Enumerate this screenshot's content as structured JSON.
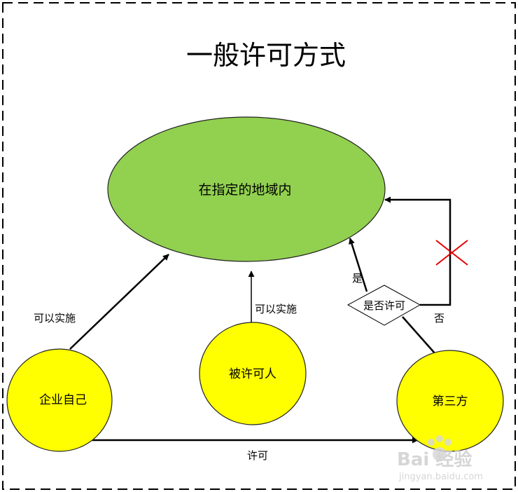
{
  "title": "一般许可方式",
  "region": {
    "label": "在指定的地域内",
    "fill": "#92d050"
  },
  "nodes": {
    "enterprise": {
      "label": "企业自己",
      "fill": "#ffff00"
    },
    "licensee": {
      "label": "被许可人",
      "fill": "#ffff00"
    },
    "third_party": {
      "label": "第三方",
      "fill": "#ffff00"
    }
  },
  "decision": {
    "label": "是否许可"
  },
  "edges": {
    "enterprise_to_region": "可以实施",
    "licensee_to_region": "可以实施",
    "enterprise_to_third": "许可",
    "decision_yes": "是",
    "decision_no": "否"
  },
  "cross_color": "#e60000",
  "watermark": {
    "brand": "Bai 经验",
    "url": "jingyan.baidu.com"
  }
}
